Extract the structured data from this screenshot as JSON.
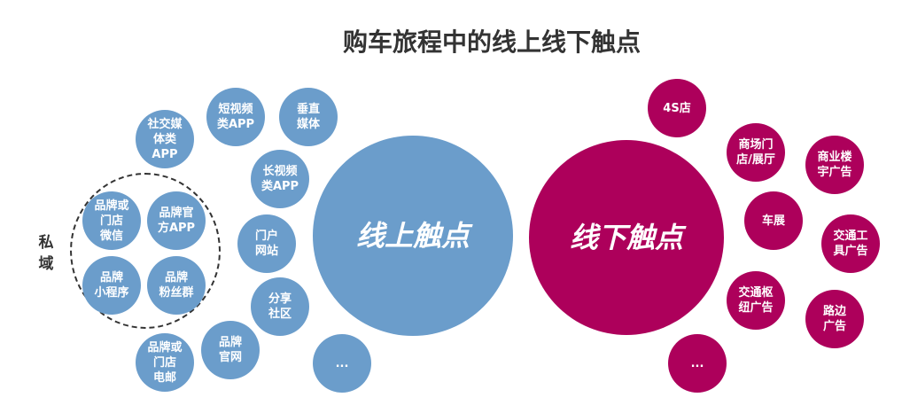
{
  "title": "购车旅程中的线上线下触点",
  "colors": {
    "online": "#6b9dcb",
    "offline": "#ad005b"
  },
  "private_label": "私\n域",
  "online": {
    "center": "线上触点",
    "nodes": [
      "社交媒\n体类\nAPP",
      "短视频\n类APP",
      "垂直\n媒体",
      "长视频\n类APP",
      "品牌或\n门店\n微信",
      "品牌官\n方APP",
      "品牌\n小程序",
      "品牌\n粉丝群",
      "门户\n网站",
      "分享\n社区",
      "品牌或\n门店\n电邮",
      "品牌\n官网",
      "..."
    ]
  },
  "offline": {
    "center": "线下触点",
    "nodes": [
      "4S店",
      "商场门\n店/展厅",
      "商业楼\n宇广告",
      "车展",
      "交通工\n具广告",
      "交通枢\n纽广告",
      "路边\n广告",
      "..."
    ]
  }
}
